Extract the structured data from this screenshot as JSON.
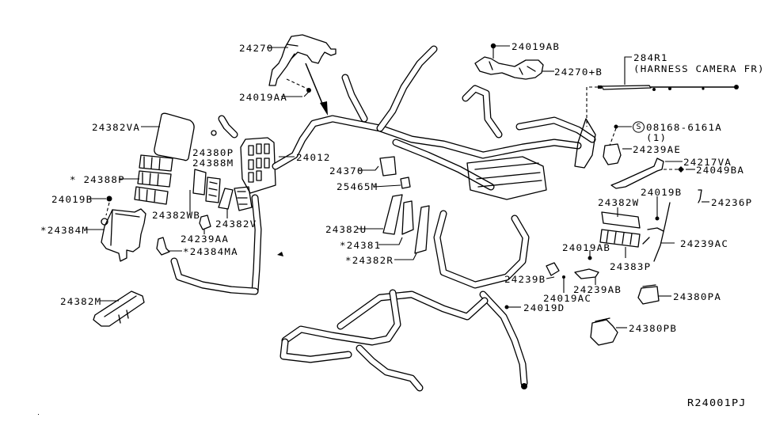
{
  "diagram": {
    "title": "Wiring harness parts diagram",
    "reference_code": "R24001PJ",
    "note_symbol": "*",
    "callouts": [
      {
        "id": "24270",
        "label": "24270"
      },
      {
        "id": "24019AA",
        "label": "24019AA"
      },
      {
        "id": "24019AB_top",
        "label": "24019AB"
      },
      {
        "id": "24270B",
        "label": "24270+B"
      },
      {
        "id": "284R1",
        "label": "284R1",
        "description": "(HARNESS CAMERA FR)"
      },
      {
        "id": "08168",
        "label": "08168-6161A",
        "qty": "(1)",
        "symbol": "S"
      },
      {
        "id": "24382VA",
        "label": "24382VA"
      },
      {
        "id": "24380P",
        "label": "24380P"
      },
      {
        "id": "24388M",
        "label": "24388M"
      },
      {
        "id": "24388P",
        "label": "* 24388P"
      },
      {
        "id": "24019B_left",
        "label": "24019B"
      },
      {
        "id": "24384M",
        "label": "*24384M"
      },
      {
        "id": "24382WB",
        "label": "24382WB"
      },
      {
        "id": "24239AA",
        "label": "24239AA"
      },
      {
        "id": "24382V",
        "label": "24382V"
      },
      {
        "id": "24384MA",
        "label": "*24384MA"
      },
      {
        "id": "24382M",
        "label": "24382M"
      },
      {
        "id": "24012",
        "label": "24012"
      },
      {
        "id": "24370",
        "label": "24370"
      },
      {
        "id": "25465M",
        "label": "25465M"
      },
      {
        "id": "24382U",
        "label": "24382U"
      },
      {
        "id": "24381",
        "label": "*24381"
      },
      {
        "id": "24382R",
        "label": "*24382R"
      },
      {
        "id": "24239AE",
        "label": "24239AE"
      },
      {
        "id": "24217VA",
        "label": "24217VA"
      },
      {
        "id": "24049BA",
        "label": "24049BA"
      },
      {
        "id": "24019B_right",
        "label": "24019B"
      },
      {
        "id": "24236P",
        "label": "24236P"
      },
      {
        "id": "24382W",
        "label": "24382W"
      },
      {
        "id": "24239AC",
        "label": "24239AC"
      },
      {
        "id": "24383P",
        "label": "24383P"
      },
      {
        "id": "24019AB_mid",
        "label": "24019AB"
      },
      {
        "id": "24239B",
        "label": "24239B"
      },
      {
        "id": "24239AB",
        "label": "24239AB"
      },
      {
        "id": "24019AC",
        "label": "24019AC"
      },
      {
        "id": "24019D",
        "label": "24019D"
      },
      {
        "id": "24380PA",
        "label": "24380PA"
      },
      {
        "id": "24380PB",
        "label": "24380PB"
      }
    ]
  }
}
